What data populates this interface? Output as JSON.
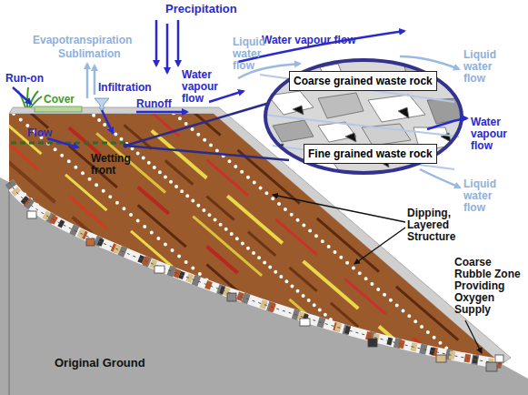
{
  "diagram": {
    "nodes": [
      {
        "text": [
          "Coarse grained waste rock"
        ]
      },
      {
        "text": [
          "Fine grained waste rock"
        ]
      }
    ],
    "labels": [
      "Precipitation",
      "Evapotranspiration",
      "Sublimation",
      "Run-on",
      "Cover",
      "Infiltration",
      "Runoff",
      "Water vapour flow",
      "Water vapour flow",
      "Liquid water flow",
      "Liquid water flow",
      "Water vapour flow",
      "Liquid water flow",
      "Flow",
      "Wetting front",
      "Dipping, Layered Structure",
      "Coarse Rubble Zone Providing Oxygen Supply",
      "Original Ground"
    ]
  }
}
